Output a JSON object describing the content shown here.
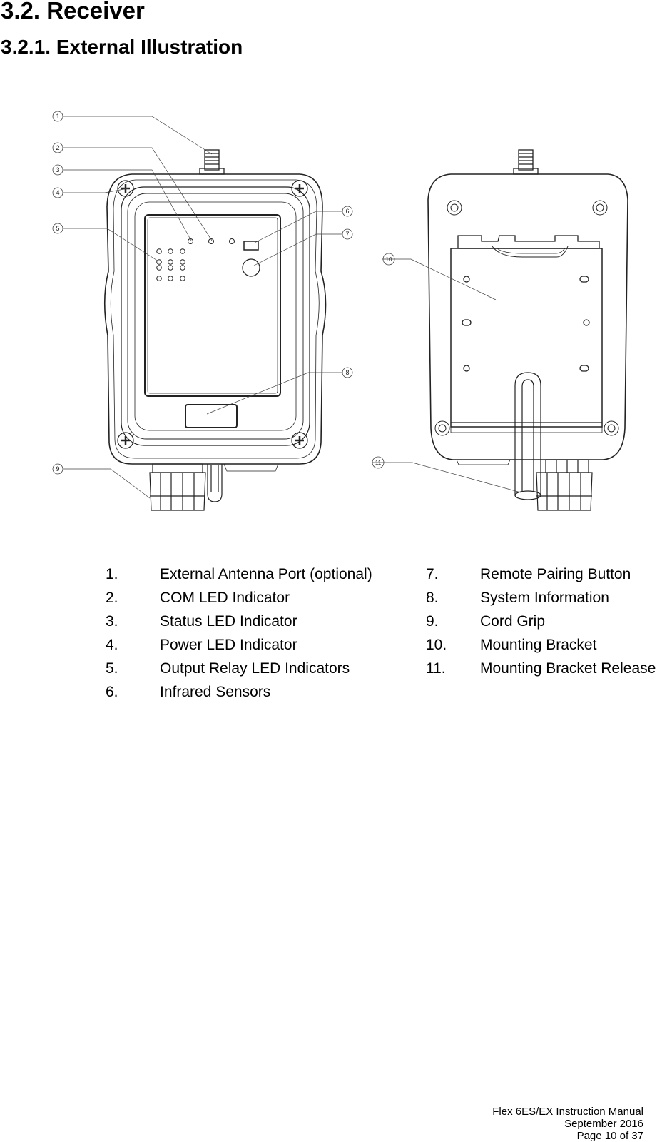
{
  "heading": "3.2. Receiver",
  "subheading": "3.2.1. External Illustration",
  "callout_numbers": [
    "1",
    "2",
    "3",
    "4",
    "5",
    "6",
    "7",
    "8",
    "9",
    "10",
    "11"
  ],
  "legend": {
    "left": [
      {
        "number": "1.",
        "label": "External Antenna Port (optional)"
      },
      {
        "number": "2.",
        "label": "COM LED Indicator"
      },
      {
        "number": "3.",
        "label": "Status LED Indicator"
      },
      {
        "number": "4.",
        "label": "Power LED Indicator"
      },
      {
        "number": "5.",
        "label": "Output Relay LED Indicators"
      },
      {
        "number": "6.",
        "label": "Infrared Sensors"
      }
    ],
    "right": [
      {
        "number": "7.",
        "label": "Remote Pairing Button"
      },
      {
        "number": "8.",
        "label": "System Information"
      },
      {
        "number": "9.",
        "label": "Cord Grip"
      },
      {
        "number": "10.",
        "label": "Mounting Bracket"
      },
      {
        "number": "11.",
        "label": "Mounting Bracket Release"
      }
    ]
  },
  "footer": {
    "line1": "Flex 6ES/EX Instruction Manual",
    "line2": "September 2016",
    "line3": "Page 10 of 37"
  }
}
